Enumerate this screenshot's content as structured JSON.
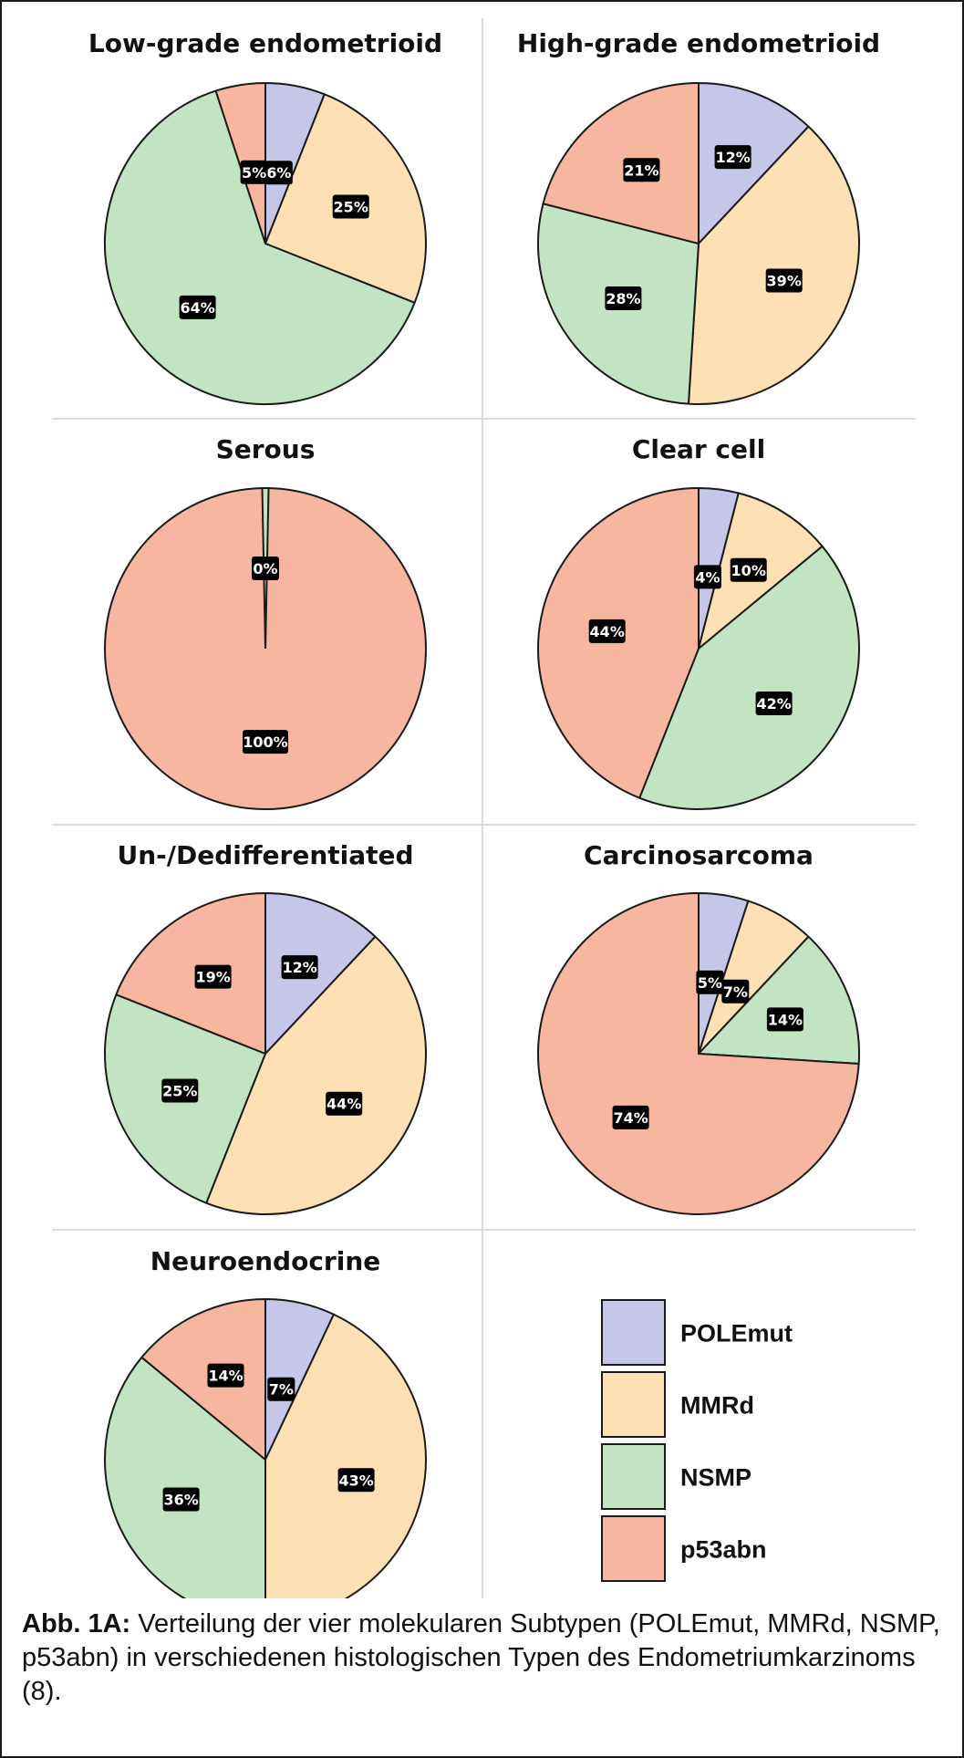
{
  "colors": {
    "POLEmut": "#c5c6e8",
    "MMRd": "#fde0b3",
    "NSMP": "#c3e4c3",
    "p53abn": "#f6b6a0",
    "outline": "#1a1a1a",
    "label_box": "#000000"
  },
  "chart_data": [
    {
      "type": "pie",
      "title": "Low-grade endometrioid",
      "slices": [
        {
          "category": "POLEmut",
          "value": 6,
          "label": "6%"
        },
        {
          "category": "MMRd",
          "value": 25,
          "label": "25%"
        },
        {
          "category": "NSMP",
          "value": 64,
          "label": "64%"
        },
        {
          "category": "p53abn",
          "value": 5,
          "label": "5%"
        }
      ]
    },
    {
      "type": "pie",
      "title": "High-grade endometrioid",
      "slices": [
        {
          "category": "POLEmut",
          "value": 12,
          "label": "12%"
        },
        {
          "category": "MMRd",
          "value": 39,
          "label": "39%"
        },
        {
          "category": "NSMP",
          "value": 28,
          "label": "28%"
        },
        {
          "category": "p53abn",
          "value": 21,
          "label": "21%"
        }
      ]
    },
    {
      "type": "pie",
      "title": "Serous",
      "slices": [
        {
          "category": "POLEmut",
          "value": 0,
          "label": ""
        },
        {
          "category": "MMRd",
          "value": 0,
          "label": ""
        },
        {
          "category": "NSMP",
          "value": 0,
          "label": "0%"
        },
        {
          "category": "p53abn",
          "value": 100,
          "label": "100%"
        }
      ]
    },
    {
      "type": "pie",
      "title": "Clear cell",
      "slices": [
        {
          "category": "POLEmut",
          "value": 4,
          "label": "4%"
        },
        {
          "category": "MMRd",
          "value": 10,
          "label": "10%"
        },
        {
          "category": "NSMP",
          "value": 42,
          "label": "42%"
        },
        {
          "category": "p53abn",
          "value": 44,
          "label": "44%"
        }
      ]
    },
    {
      "type": "pie",
      "title": "Un-/Dedifferentiated",
      "slices": [
        {
          "category": "POLEmut",
          "value": 12,
          "label": "12%"
        },
        {
          "category": "MMRd",
          "value": 44,
          "label": "44%"
        },
        {
          "category": "NSMP",
          "value": 25,
          "label": "25%"
        },
        {
          "category": "p53abn",
          "value": 19,
          "label": "19%"
        }
      ]
    },
    {
      "type": "pie",
      "title": "Carcinosarcoma",
      "slices": [
        {
          "category": "POLEmut",
          "value": 5,
          "label": "5%"
        },
        {
          "category": "MMRd",
          "value": 7,
          "label": "7%"
        },
        {
          "category": "NSMP",
          "value": 14,
          "label": "14%"
        },
        {
          "category": "p53abn",
          "value": 74,
          "label": "74%"
        }
      ]
    },
    {
      "type": "pie",
      "title": "Neuroendocrine",
      "slices": [
        {
          "category": "POLEmut",
          "value": 7,
          "label": "7%"
        },
        {
          "category": "MMRd",
          "value": 43,
          "label": "43%"
        },
        {
          "category": "NSMP",
          "value": 36,
          "label": "36%"
        },
        {
          "category": "p53abn",
          "value": 14,
          "label": "14%"
        }
      ]
    }
  ],
  "legend": {
    "items": [
      "POLEmut",
      "MMRd",
      "NSMP",
      "p53abn"
    ]
  },
  "caption": {
    "label": "Abb. 1A:",
    "text": "Verteilung der vier molekularen Subtypen (POLEmut, MMRd, NSMP, p53abn) in verschiedenen histologischen Typen des Endometriumkarzinoms (8)."
  }
}
